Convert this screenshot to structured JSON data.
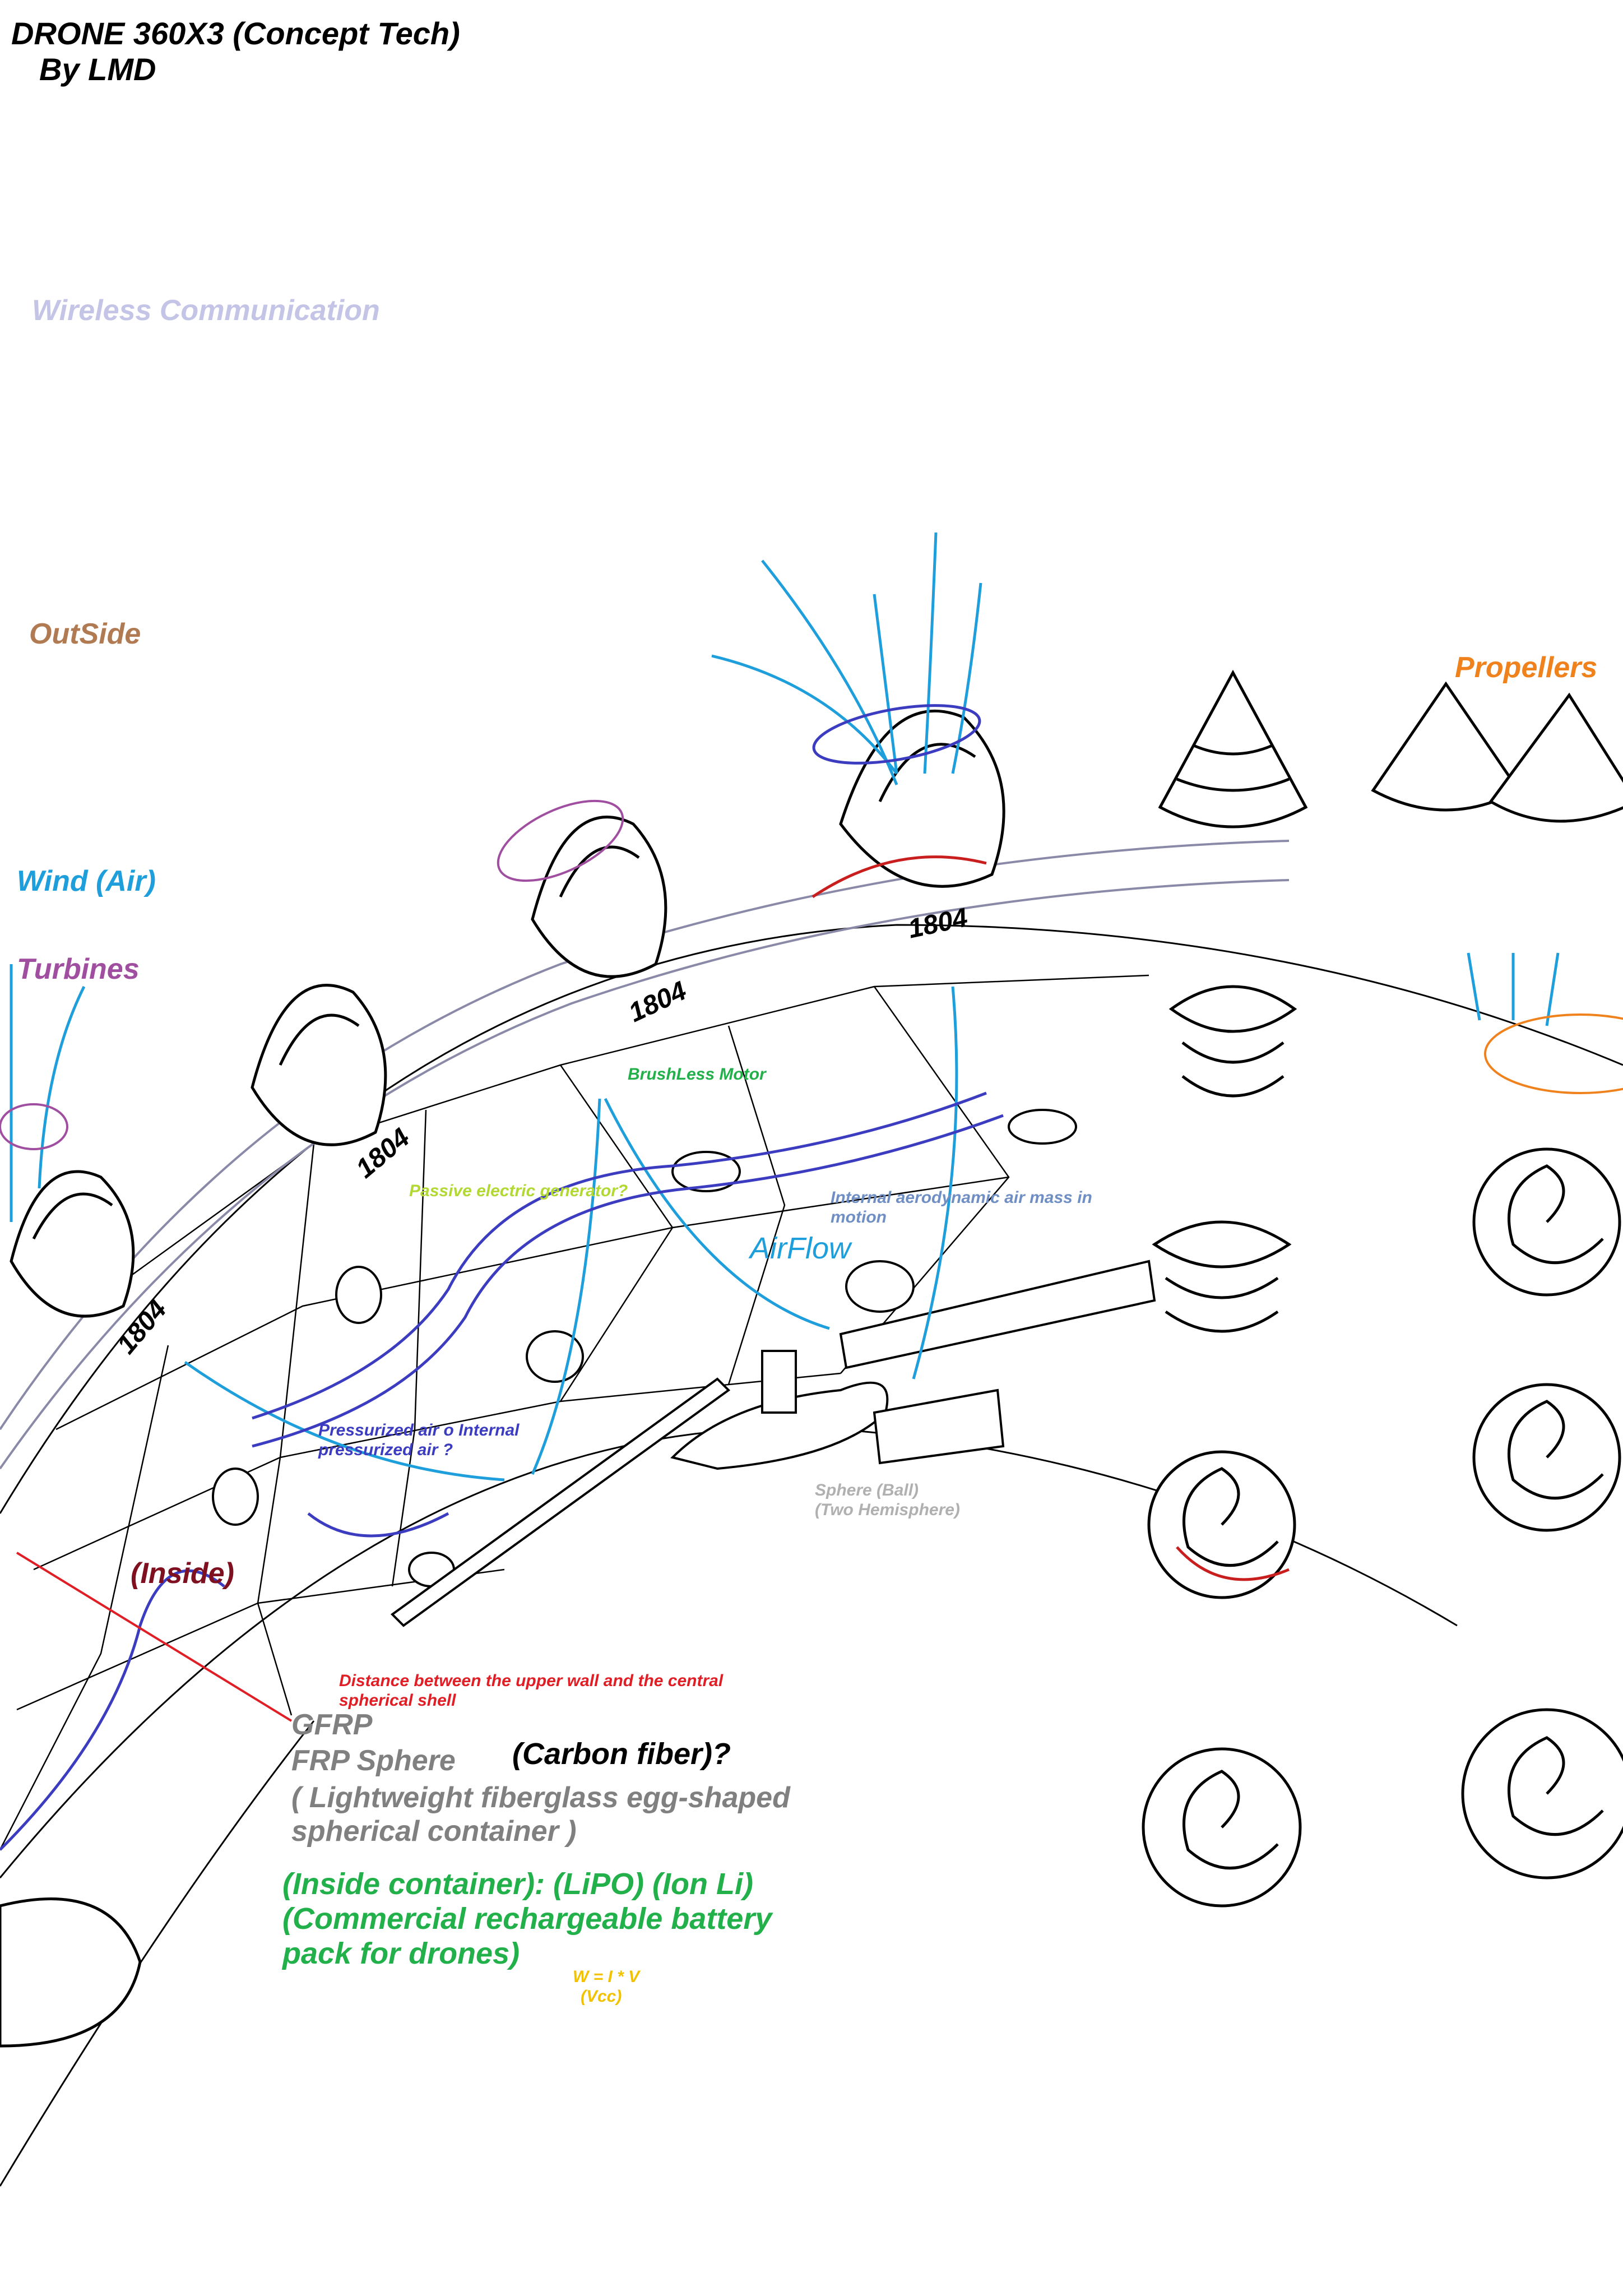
{
  "title": {
    "line1": "DRONE 360X3 (Concept Tech)",
    "line2": "By LMD"
  },
  "labels": {
    "wireless": "Wireless Communication",
    "outside": "OutSide",
    "propellers": "Propellers",
    "wind": "Wind (Air)",
    "turbines": "Turbines",
    "brushless": "BrushLess Motor",
    "passive_generator": "Passive electric generator?",
    "internal_air_mass": "Internal aerodynamic air mass in motion",
    "airflow": "AirFlow",
    "pressurized_air": "Pressurized air o Internal pressurized air ?",
    "sphere_line1": "Sphere (Ball)",
    "sphere_line2": "(Two Hemisphere)",
    "inside": "(Inside)",
    "distance": "Distance between the upper wall and the central spherical shell",
    "gfrp": "GFRP",
    "frp_sphere": "FRP Sphere",
    "carbon_fiber": "(Carbon fiber)?",
    "container_desc_line1": "( Lightweight fiberglass egg-shaped",
    "container_desc_line2": "spherical container )",
    "battery_line1": "(Inside container): (LiPO) (Ion Li)",
    "battery_line2": "(Commercial rechargeable battery",
    "battery_line3": "pack for drones)",
    "formula": "W = I * V",
    "formula_unit": "(Vcc)",
    "motor_model": "1804"
  },
  "colors": {
    "wireless": "#c4c4e6",
    "outside": "#b07a52",
    "propellers": "#f0821e",
    "wind": "#1e9fdc",
    "turbines": "#a04ea0",
    "brushless": "#22b04a",
    "passive": "#b2d834",
    "internal": "#6f8fc4",
    "pressurized": "#3c3cc0",
    "sphere": "#b0b0b0",
    "inside": "#7e1020",
    "distance": "#e01e26",
    "gray": "#808080",
    "battery": "#22b04a",
    "formula": "#f2c200"
  }
}
